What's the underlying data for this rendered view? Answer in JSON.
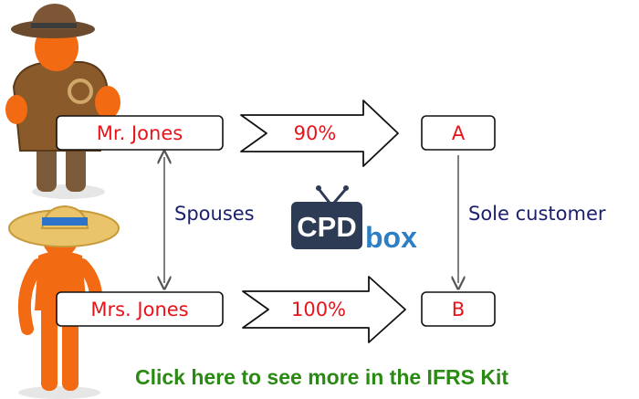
{
  "nodes": {
    "mr_jones": "Mr. Jones",
    "mrs_jones": "Mrs. Jones",
    "a": "A",
    "b": "B"
  },
  "edges": {
    "mr_to_a": "90%",
    "mrs_to_b": "100%",
    "spouses": "Spouses",
    "sole_customer": "Sole customer"
  },
  "logo": {
    "left": "CPD",
    "right": "box"
  },
  "cta": "Click here to see more in the IFRS Kit",
  "colors": {
    "node_text": "#e8141b",
    "label_text": "#1a1f6e",
    "cta_text": "#2a8a14",
    "logo_dark": "#2e3b55",
    "logo_blue": "#2c7fc4"
  }
}
